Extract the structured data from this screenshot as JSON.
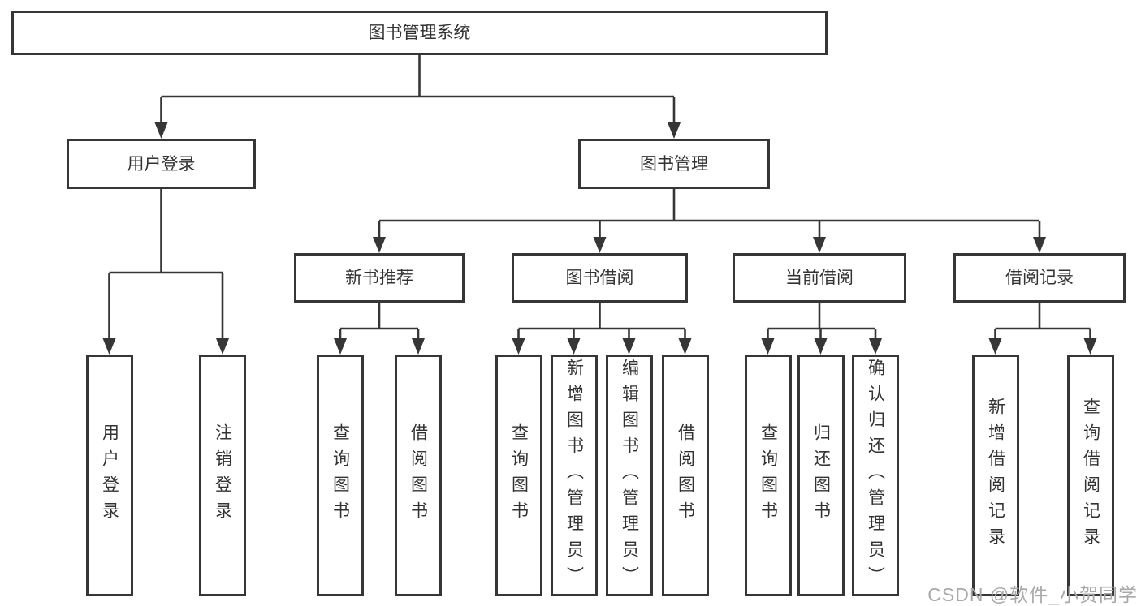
{
  "nodes": {
    "root": "图书管理系统",
    "level2": [
      "用户登录",
      "图书管理"
    ],
    "level3": [
      "新书推荐",
      "图书借阅",
      "当前借阅",
      "借阅记录"
    ],
    "leaves": [
      "用户登录",
      "注销登录",
      "查询图书",
      "借阅图书",
      "查询图书",
      "新增图书（管理员）",
      "编辑图书（管理员）",
      "借阅图书",
      "查询图书",
      "归还图书",
      "确认归还（管理员）",
      "新增借阅记录",
      "查询借阅记录"
    ]
  },
  "hierarchy": {
    "图书管理系统": [
      "用户登录",
      "图书管理"
    ],
    "用户登录": [
      "用户登录",
      "注销登录"
    ],
    "图书管理": [
      "新书推荐",
      "图书借阅",
      "当前借阅",
      "借阅记录"
    ],
    "新书推荐": [
      "查询图书",
      "借阅图书"
    ],
    "图书借阅": [
      "查询图书",
      "新增图书（管理员）",
      "编辑图书（管理员）",
      "借阅图书"
    ],
    "当前借阅": [
      "查询图书",
      "归还图书",
      "确认归还（管理员）"
    ],
    "借阅记录": [
      "新增借阅记录",
      "查询借阅记录"
    ]
  },
  "watermark": "CSDN @软件_小贺同学",
  "colors": {
    "line": "#363636",
    "text": "#333333",
    "watermark": "#a8a8a8",
    "background": "#ffffff"
  }
}
